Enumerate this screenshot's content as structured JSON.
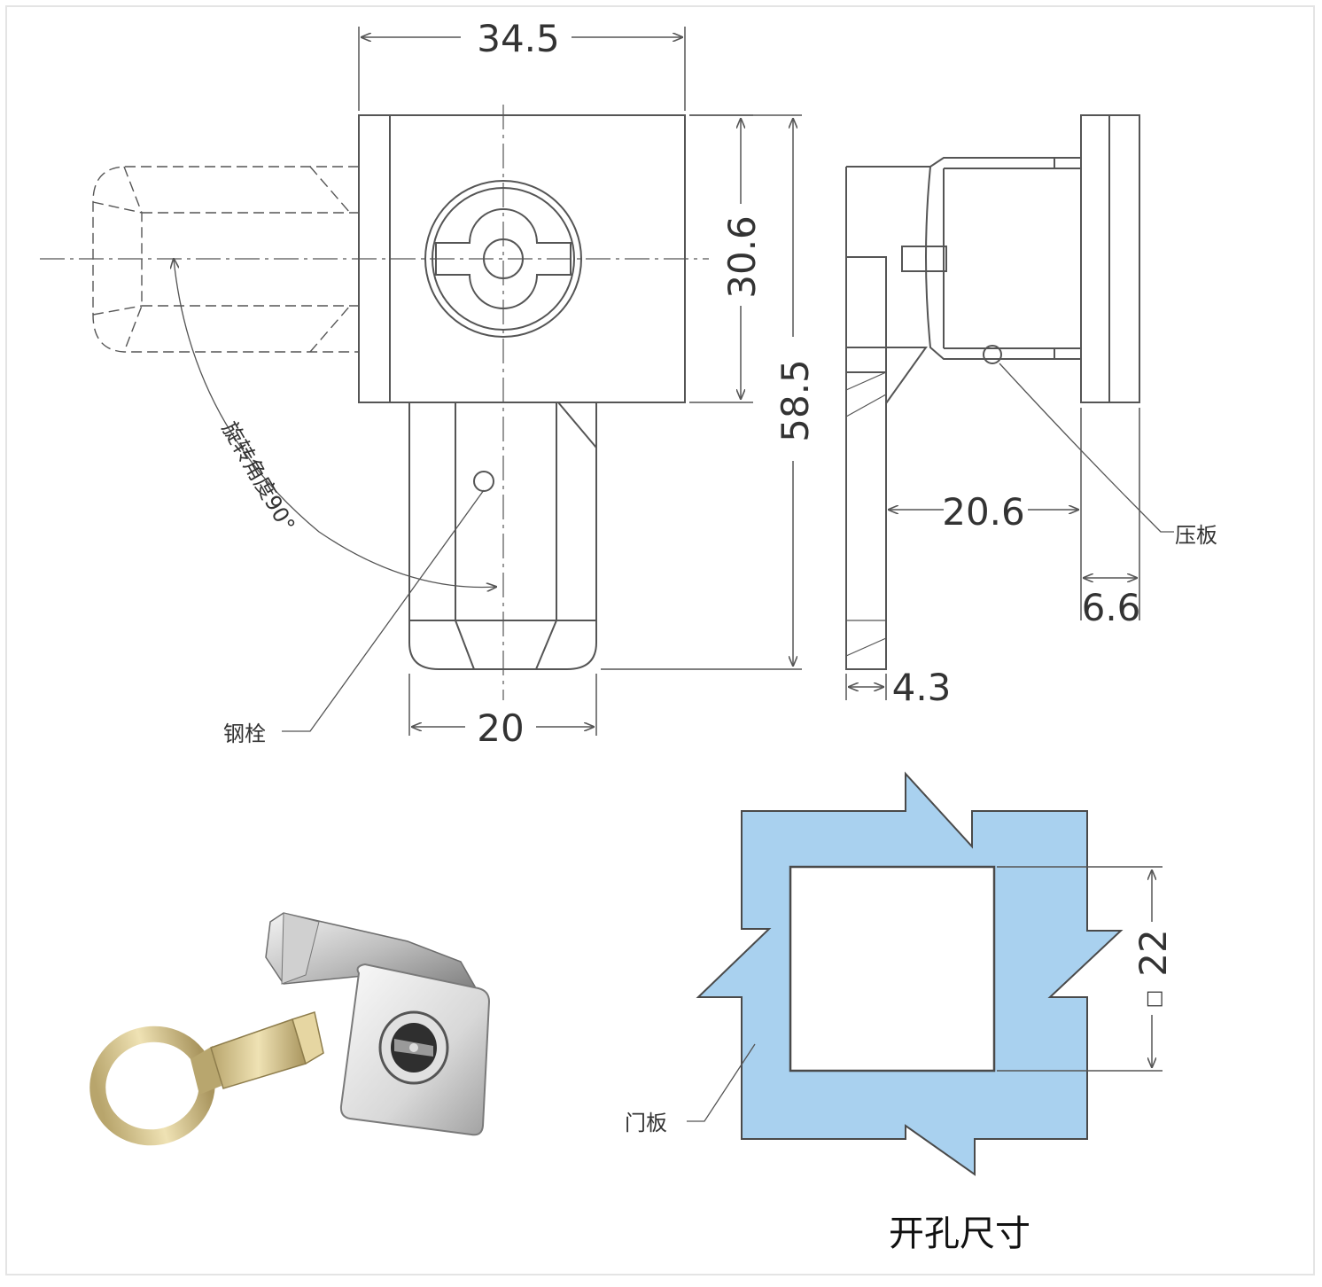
{
  "dimensions": {
    "body_width": "34.5",
    "body_height": "30.6",
    "total_height": "58.5",
    "tongue_width": "20",
    "side_depth": "20.6",
    "plate_thickness": "6.6",
    "tongue_thickness": "4.3",
    "cutout_size": "22",
    "cutout_square_symbol": "□"
  },
  "labels": {
    "rotation": "旋转角度90°",
    "steel_pin": "钢栓",
    "pressure_plate": "压板",
    "door_panel": "门板",
    "cutout_title": "开孔尺寸"
  },
  "colors": {
    "line": "#555555",
    "panel_fill": "#a9d1ef",
    "panel_stroke": "#4a4a4a",
    "metal_light": "#e6e6e6",
    "metal_dark": "#8a8a8a",
    "key_brass": "#d2c08a"
  }
}
